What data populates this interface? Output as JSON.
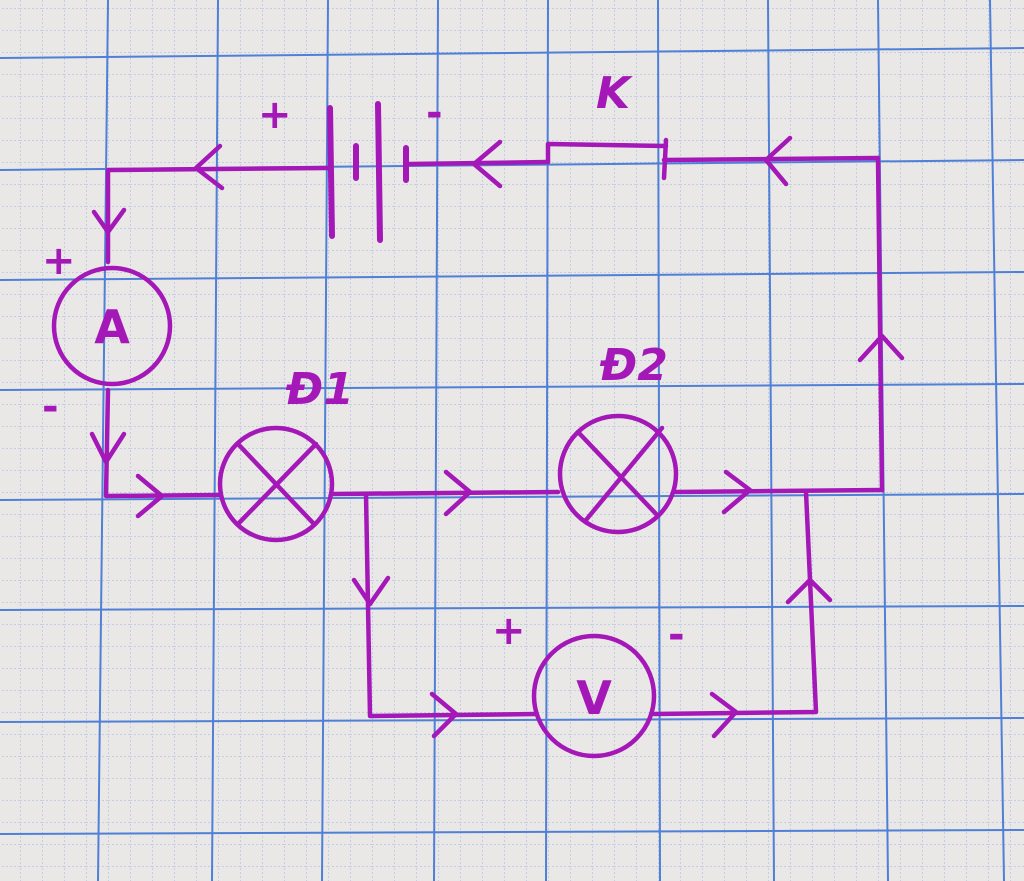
{
  "labels": {
    "switch": "K",
    "lamp1": "Đ1",
    "lamp2": "Đ2",
    "ammeter": "A",
    "voltmeter": "V"
  },
  "signs": {
    "battery_plus": "+",
    "battery_minus": "-",
    "ammeter_plus": "+",
    "ammeter_minus": "-",
    "voltmeter_plus": "+",
    "voltmeter_minus": "-"
  },
  "colors": {
    "ink": "#a418b8",
    "paper": "#e9e8e6",
    "grid_major": "#4f7fd6",
    "grid_minor": "#9db4e4"
  }
}
